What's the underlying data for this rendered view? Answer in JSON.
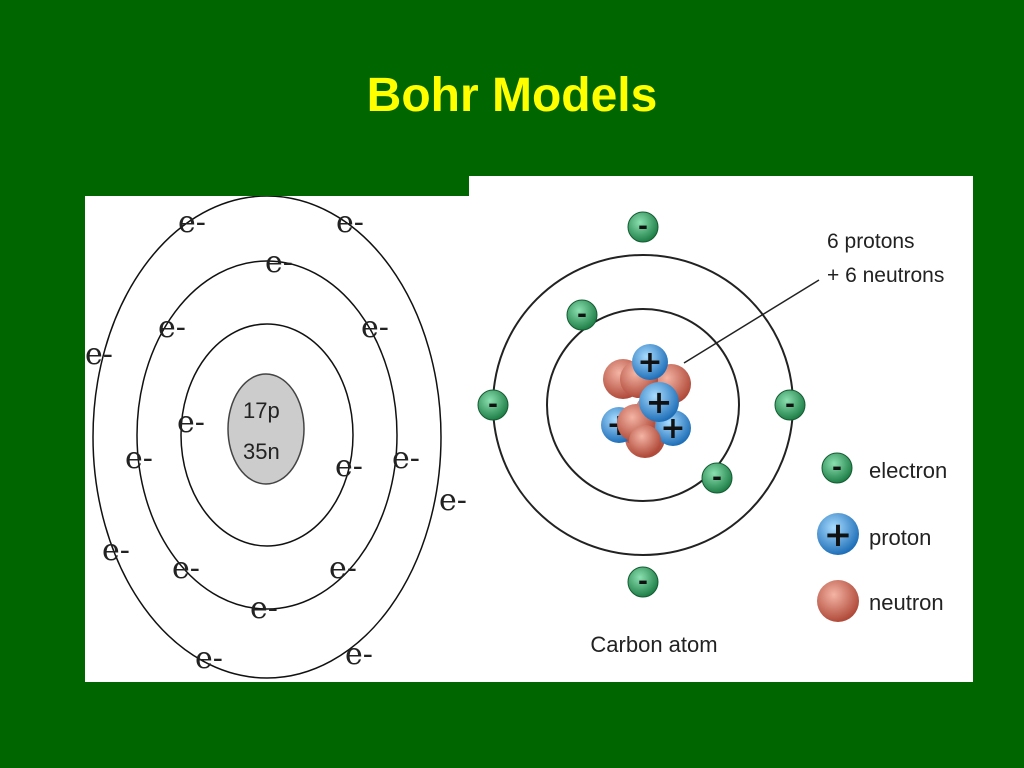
{
  "slide": {
    "title": "Bohr Models",
    "background_color": "#006600",
    "title_color": "#ffff00"
  },
  "chlorine_diagram": {
    "nucleus": {
      "protons_label": "17p",
      "neutrons_label": "35n",
      "fill_color": "#cccccc"
    },
    "electron_label": "e-",
    "shells": [
      {
        "name": "inner",
        "electron_count": 2
      },
      {
        "name": "middle",
        "electron_count": 8
      },
      {
        "name": "outer",
        "electron_count": 7
      }
    ]
  },
  "carbon_diagram": {
    "caption": "Carbon atom",
    "nucleus_annotation_line1": "6 protons",
    "nucleus_annotation_line2": "+ 6 neutrons",
    "electron_symbol": "-",
    "proton_symbol": "+",
    "shells": [
      {
        "name": "inner",
        "electron_count": 2
      },
      {
        "name": "outer",
        "electron_count": 4
      }
    ],
    "legend": [
      {
        "label": "electron",
        "symbol": "-",
        "color": "#2e9e5e"
      },
      {
        "label": "proton",
        "symbol": "+",
        "color": "#2f8fd6"
      },
      {
        "label": "neutron",
        "symbol": "",
        "color": "#d46a5a"
      }
    ]
  }
}
